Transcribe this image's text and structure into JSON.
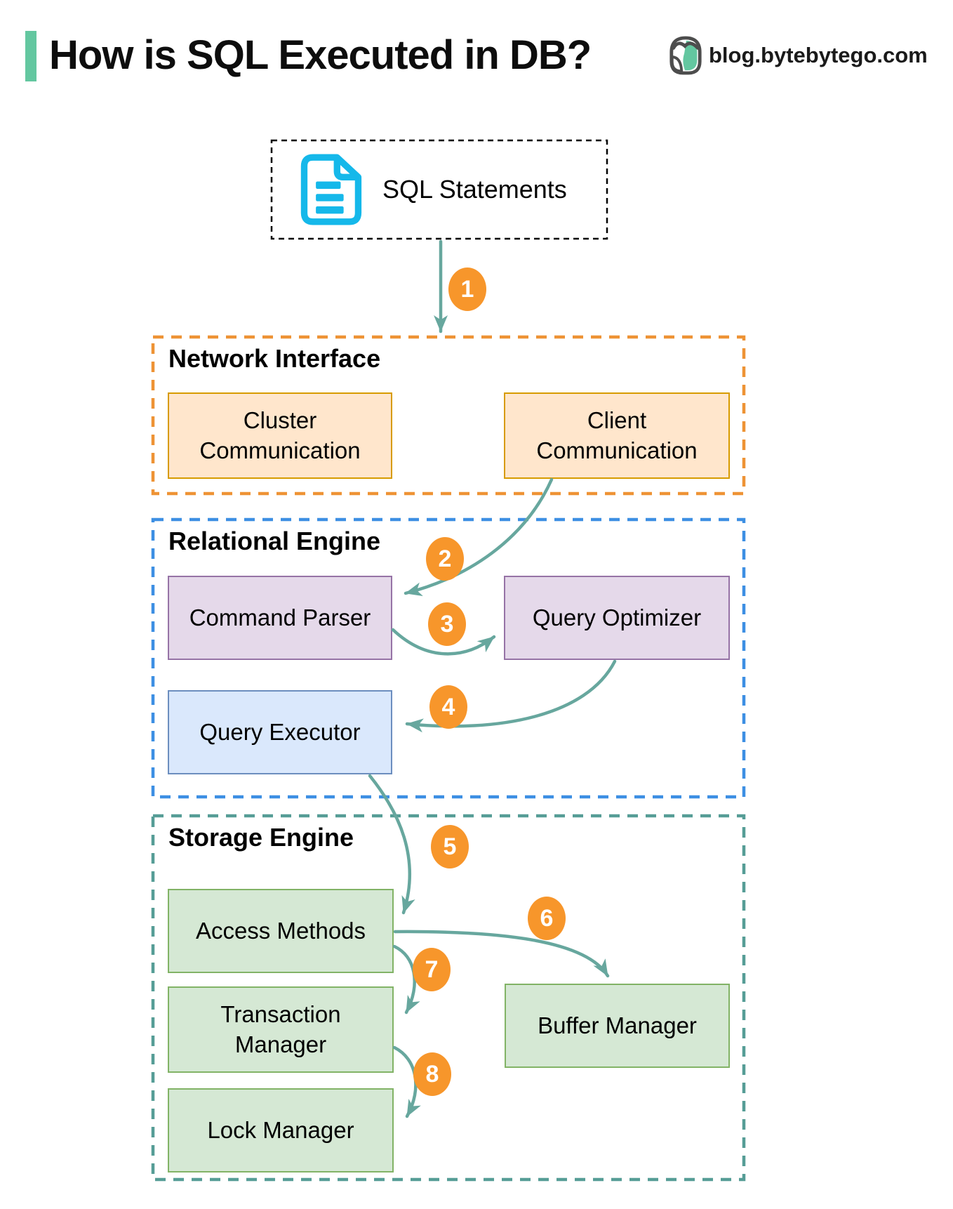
{
  "header": {
    "title": "How is SQL Executed in DB?",
    "accent_bar_color": "#63C7A0",
    "brand": {
      "site": "blog.bytebytego.com",
      "logo": "bytebytego-owl-logo",
      "logo_colors": {
        "outline": "#4d4d4d",
        "fill": "#63C7A0"
      }
    }
  },
  "diagram": {
    "source": {
      "label": "SQL Statements",
      "icon": "document-icon",
      "icon_color": "#15B8EA",
      "border_style": "black dashed"
    },
    "arrow_color": "#67A79E",
    "step_badge_color": "#F7962B",
    "sections": {
      "network_interface": {
        "label": "Network Interface",
        "border_color": "#EE9335",
        "boxes": {
          "cluster_communication": {
            "label": "Cluster Communication",
            "fill": "#FFE6CC",
            "border": "#D79B00"
          },
          "client_communication": {
            "label": "Client Communication",
            "fill": "#FFE6CC",
            "border": "#D79B00"
          }
        }
      },
      "relational_engine": {
        "label": "Relational Engine",
        "border_color": "#3D8FE3",
        "boxes": {
          "command_parser": {
            "label": "Command Parser",
            "fill": "#E5D9EA",
            "border": "#9673A6"
          },
          "query_optimizer": {
            "label": "Query Optimizer",
            "fill": "#E5D9EA",
            "border": "#9673A6"
          },
          "query_executor": {
            "label": "Query Executor",
            "fill": "#DAE8FC",
            "border": "#6C8EBF"
          }
        }
      },
      "storage_engine": {
        "label": "Storage Engine",
        "border_color": "#569D96",
        "boxes": {
          "access_methods": {
            "label": "Access Methods",
            "fill": "#D5E8D4",
            "border": "#82B366"
          },
          "transaction_manager": {
            "label": "Transaction Manager",
            "fill": "#D5E8D4",
            "border": "#82B366"
          },
          "lock_manager": {
            "label": "Lock Manager",
            "fill": "#D5E8D4",
            "border": "#82B366"
          },
          "buffer_manager": {
            "label": "Buffer Manager",
            "fill": "#D5E8D4",
            "border": "#82B366"
          }
        }
      }
    },
    "steps": [
      {
        "n": "1",
        "from": "SQL Statements",
        "to": "Network Interface"
      },
      {
        "n": "2",
        "from": "Client Communication",
        "to": "Command Parser"
      },
      {
        "n": "3",
        "from": "Command Parser",
        "to": "Query Optimizer"
      },
      {
        "n": "4",
        "from": "Query Optimizer",
        "to": "Query Executor"
      },
      {
        "n": "5",
        "from": "Query Executor",
        "to": "Access Methods"
      },
      {
        "n": "6",
        "from": "Access Methods",
        "to": "Buffer Manager"
      },
      {
        "n": "7",
        "from": "Access Methods",
        "to": "Transaction Manager"
      },
      {
        "n": "8",
        "from": "Transaction Manager",
        "to": "Lock Manager"
      }
    ]
  }
}
